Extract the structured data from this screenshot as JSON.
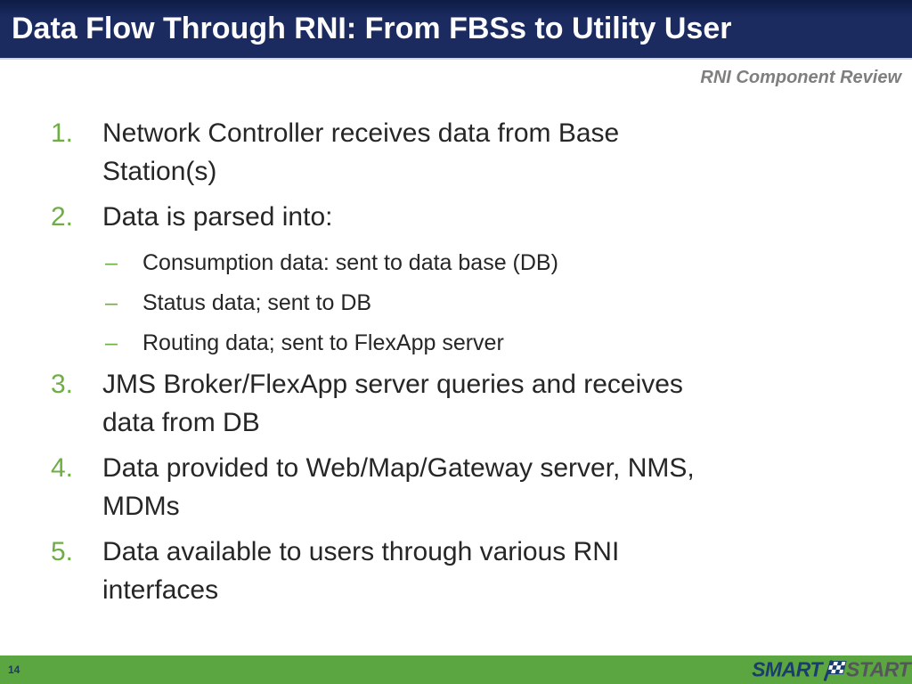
{
  "slide": {
    "title": "Data Flow Through RNI: From FBSs to Utility User",
    "subtitle": "RNI Component Review",
    "page_number": "14"
  },
  "list": {
    "items": [
      {
        "marker": "1.",
        "level": 1,
        "lines": [
          "Network Controller receives data from Base",
          "Station(s)"
        ]
      },
      {
        "marker": "2.",
        "level": 1,
        "lines": [
          "Data is parsed into:"
        ]
      },
      {
        "marker": "–",
        "level": 2,
        "lines": [
          "Consumption data: sent to data base (DB)"
        ]
      },
      {
        "marker": "–",
        "level": 2,
        "lines": [
          "Status data; sent to DB"
        ]
      },
      {
        "marker": "–",
        "level": 2,
        "lines": [
          "Routing data; sent to FlexApp server"
        ]
      },
      {
        "marker": "3.",
        "level": 1,
        "lines": [
          "JMS Broker/FlexApp server queries and receives",
          "data from DB"
        ]
      },
      {
        "marker": "4.",
        "level": 1,
        "lines": [
          "Data provided to Web/Map/Gateway server, NMS,",
          "MDMs"
        ]
      },
      {
        "marker": "5.",
        "level": 1,
        "lines": [
          "Data available to users through various RNI",
          "interfaces"
        ]
      }
    ]
  },
  "logo": {
    "part1": "SMART",
    "part2": "START",
    "flag_icon": "checkered-flag"
  },
  "colors": {
    "title_bar_navy": "#1b2b60",
    "accent_green": "#6fad46",
    "footer_green": "#5ca642",
    "body_text": "#262626",
    "subtitle_gray": "#7f7f7f",
    "logo_navy": "#1b3c6e",
    "logo_gray": "#54565b"
  }
}
